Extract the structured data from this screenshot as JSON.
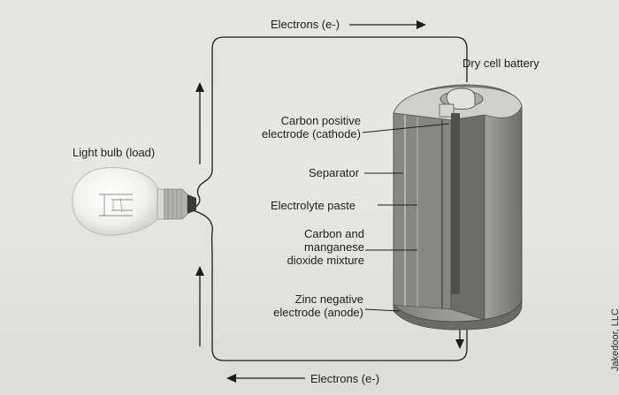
{
  "labels": {
    "electrons_top": "Electrons (e-)",
    "electrons_bottom": "Electrons (e-)",
    "battery_title": "Dry cell battery",
    "light_bulb": "Light bulb (load)",
    "cathode_line1": "Carbon positive",
    "cathode_line2": "electrode (cathode)",
    "separator": "Separator",
    "electrolyte": "Electrolyte paste",
    "mixture_line1": "Carbon and",
    "mixture_line2": "manganese",
    "mixture_line3": "dioxide mixture",
    "anode_line1": "Zinc negative",
    "anode_line2": "electrode (anode)",
    "credit": "Jakedoor, LLC"
  },
  "colors": {
    "wire": "#1d1d1d",
    "battery_body": "#8e8e8c",
    "battery_dark": "#5e5e5c",
    "bulb_glass": "#f4f4f2"
  }
}
